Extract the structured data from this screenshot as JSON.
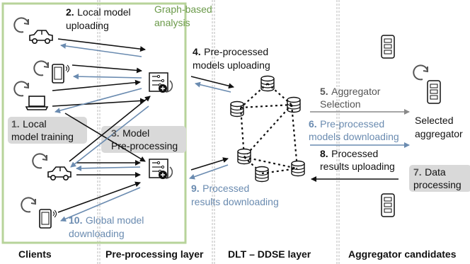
{
  "layers": {
    "clients": "Clients",
    "preprocessing": "Pre-processing layer",
    "dlt": "DLT – DDSE layer",
    "aggregators": "Aggregator candidates"
  },
  "analysis_box_label": [
    "Graph-based",
    "analysis"
  ],
  "steps": {
    "s1": {
      "num": "1.",
      "lines": [
        "Local",
        "model training"
      ]
    },
    "s2": {
      "num": "2.",
      "lines": [
        "Local model",
        "uploading"
      ]
    },
    "s3": {
      "num": "3.",
      "lines": [
        "Model",
        "Pre-processing"
      ]
    },
    "s4": {
      "num": "4.",
      "lines": [
        "Pre-processed",
        "models uploading"
      ]
    },
    "s5": {
      "num": "5.",
      "lines": [
        "Aggregator",
        "Selection"
      ]
    },
    "s6": {
      "num": "6.",
      "lines": [
        "Pre-processed",
        "models downloading"
      ]
    },
    "s7": {
      "num": "7.",
      "lines": [
        "Data",
        "processing"
      ]
    },
    "s8": {
      "num": "8.",
      "lines": [
        "Processed",
        "results uploading"
      ]
    },
    "s9": {
      "num": "9.",
      "lines": [
        "Processed",
        "results downloading"
      ]
    },
    "s10": {
      "num": "10.",
      "lines": [
        "Global model",
        "downloading"
      ]
    }
  },
  "selected_aggregator": [
    "Selected",
    "aggregator"
  ],
  "colors": {
    "analysis_box": "#b7d39a",
    "blue_arrow": "#6a8bb0",
    "black_arrow": "#111111",
    "gray_arrow": "#888888",
    "step_bg": "#d9d9d9",
    "text_green": "#6b9a4a"
  }
}
